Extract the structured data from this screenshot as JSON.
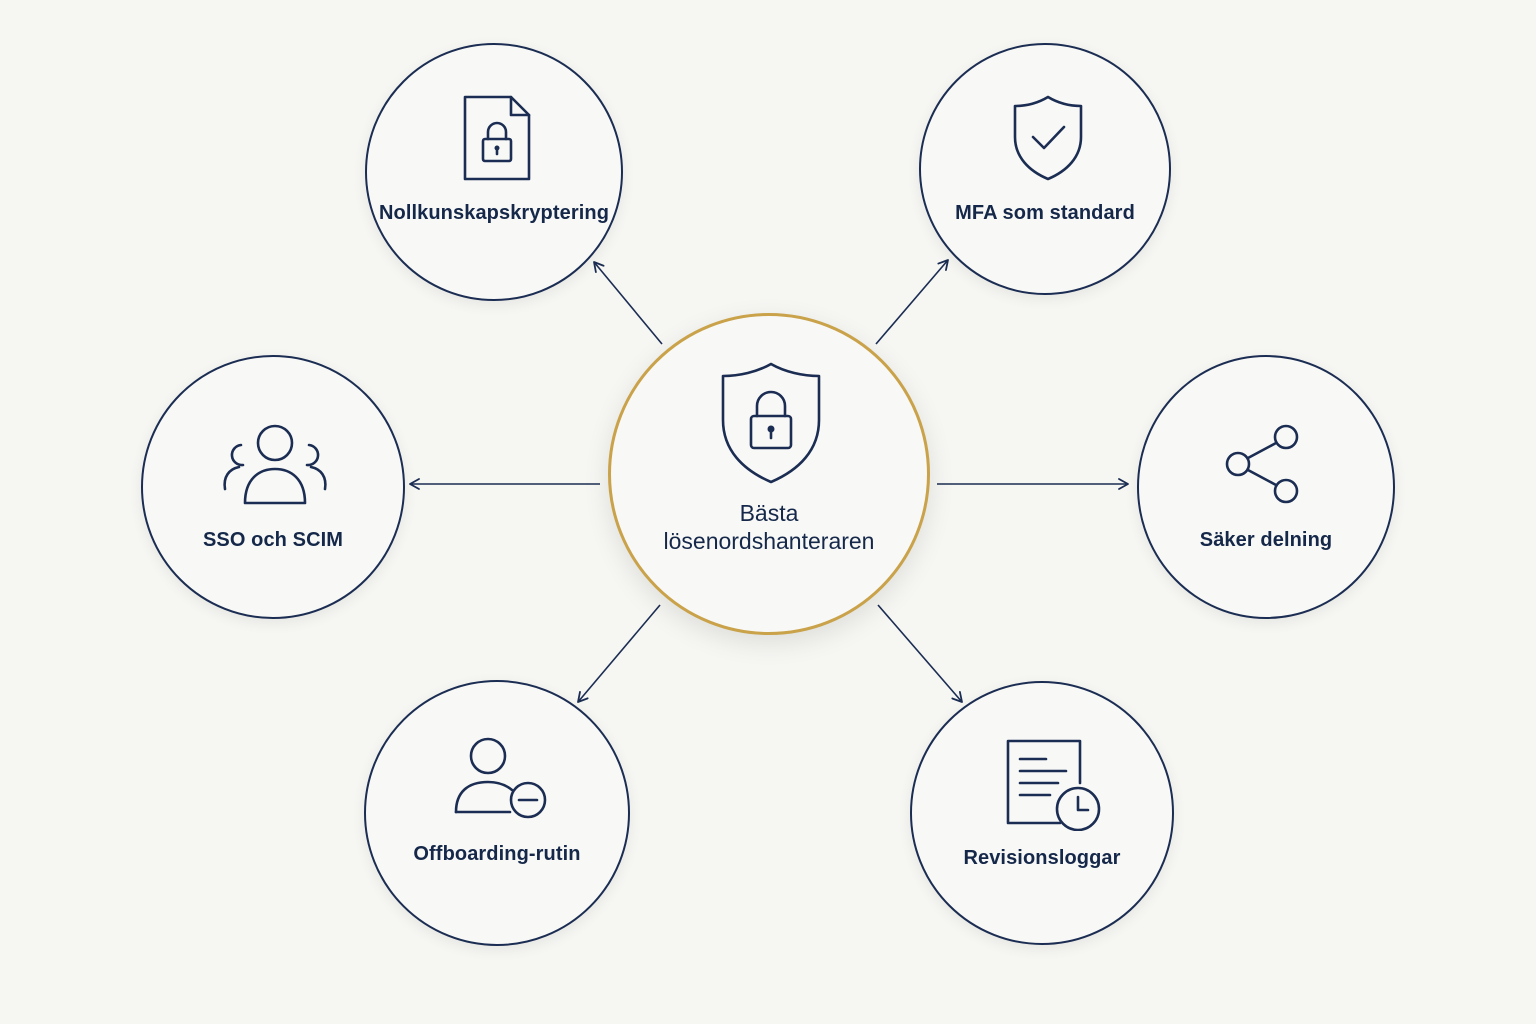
{
  "center": {
    "line1": "Bästa",
    "line2": "lösenordshanteraren",
    "icon": "shield-lock-icon",
    "accent_color": "#c9a24a"
  },
  "nodes": {
    "top_left": {
      "label": "Nollkunskapskryptering",
      "icon": "locked-document-icon"
    },
    "top_right": {
      "label": "MFA som standard",
      "icon": "shield-check-icon"
    },
    "mid_left": {
      "label": "SSO och SCIM",
      "icon": "users-group-icon"
    },
    "mid_right": {
      "label": "Säker delning",
      "icon": "share-icon"
    },
    "bottom_left": {
      "label": "Offboarding-rutin",
      "icon": "user-remove-icon"
    },
    "bottom_right": {
      "label": "Revisionsloggar",
      "icon": "audit-log-clock-icon"
    }
  },
  "colors": {
    "navy": "#1b2d52",
    "gold": "#c9a24a",
    "background": "#f6f6f3"
  }
}
